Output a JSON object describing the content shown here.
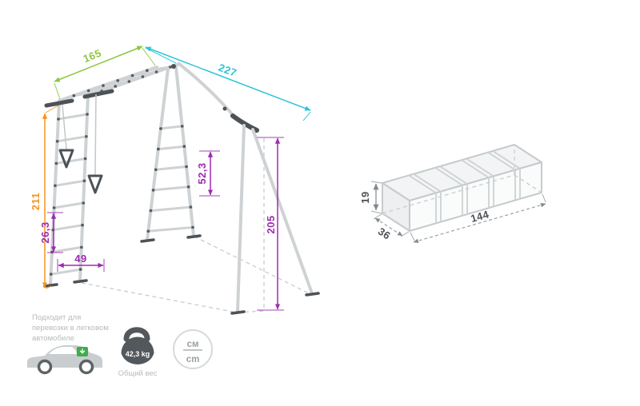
{
  "diagram": {
    "swingset_dims": {
      "top_left": "165",
      "top_right": "227",
      "left_height": "211",
      "middle_height": "52,3",
      "lower_left_spacing": "26,3",
      "bottom_width": "49",
      "right_height": "205"
    },
    "package_dims": {
      "height": "19",
      "depth": "36",
      "length": "144"
    }
  },
  "transport_note": {
    "line1": "Подходит для",
    "line2": "перевозки в легковом",
    "line3": "автомобиле"
  },
  "weight_badge": {
    "value": "42,3 kg",
    "label": "Общий вес"
  },
  "units_badge": {
    "ru": "см",
    "en": "cm"
  },
  "colors": {
    "dim_green": "#8cc63e",
    "dim_cyan": "#2bc4d9",
    "dim_orange": "#f7941d",
    "dim_purple": "#9d2bb0",
    "dim_dark": "#4d5256",
    "structure_gray": "#ced2d4",
    "text_gray": "#b6bbbd",
    "transport_green": "#3fae49"
  }
}
